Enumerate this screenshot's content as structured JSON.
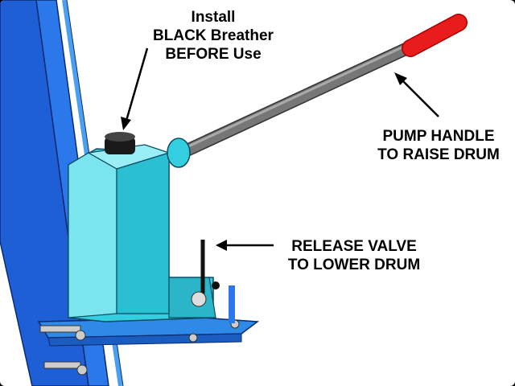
{
  "labels": {
    "breather": [
      "Install",
      "BLACK Breather",
      "BEFORE Use"
    ],
    "pump_handle": [
      "PUMP HANDLE",
      "TO RAISE DRUM"
    ],
    "release_valve": [
      "RELEASE VALVE",
      "TO LOWER DRUM"
    ]
  },
  "colors": {
    "frame": "#1f5fd6",
    "pump_body": "#33cfe0",
    "handle": "#6e6e6e",
    "grip": "#e81c1c",
    "breather": "#1a1a1a"
  }
}
